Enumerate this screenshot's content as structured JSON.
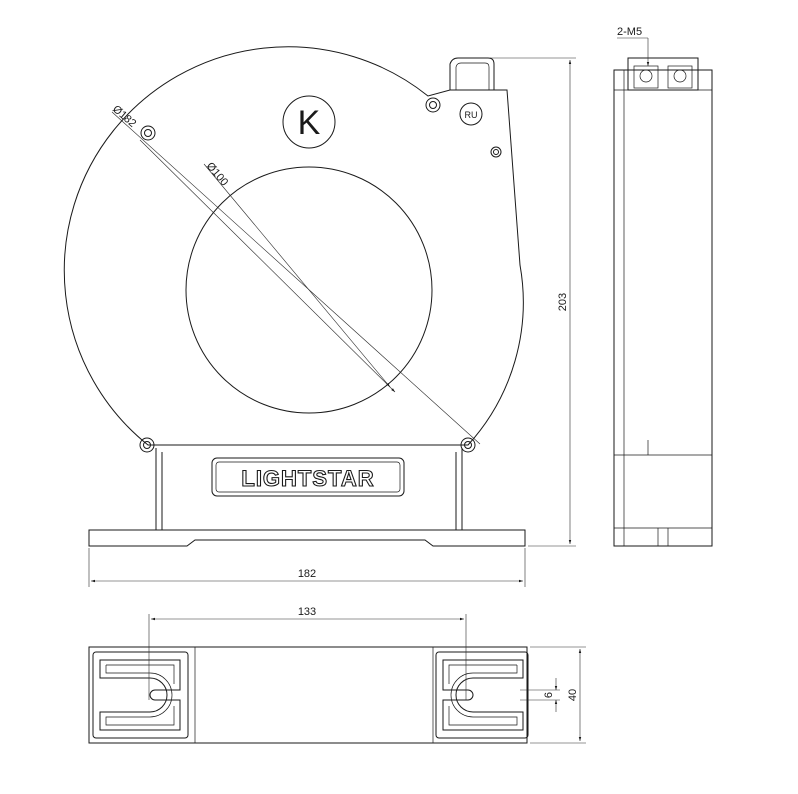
{
  "labels": {
    "terminal": "2-M5",
    "outer_diameter": "Ø182",
    "inner_diameter": "Ø100",
    "height": "203",
    "width": "182",
    "hole_spacing": "133",
    "slot_width": "6",
    "depth": "40"
  },
  "brand": {
    "logo_text": "LIGHTSTAR",
    "k_mark": "K",
    "cert_mark": "RU"
  },
  "colors": {
    "line": "#1a1a1a",
    "background": "#ffffff"
  }
}
